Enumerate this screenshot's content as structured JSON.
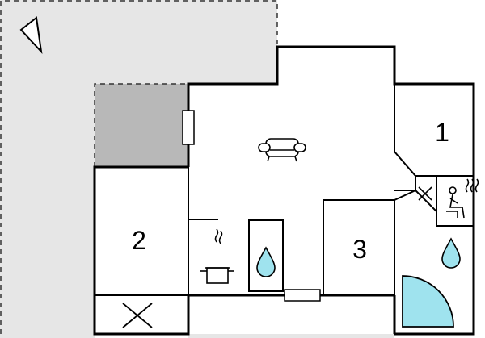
{
  "floorplan": {
    "rooms": [
      {
        "id": "bedroom-1",
        "label": "1"
      },
      {
        "id": "bedroom-2",
        "label": "2"
      },
      {
        "id": "bedroom-3",
        "label": "3"
      }
    ],
    "symbols": [
      "north-arrow-icon",
      "sofa-icon",
      "cooking-pot-icon",
      "water-drop-icon",
      "sauna-icon",
      "shower-icon",
      "window-icon",
      "storage-cross-icon"
    ],
    "colors": {
      "terrace": "#e6e6e6",
      "covered_terrace": "#b8b8b8",
      "water": "#9fe3ee",
      "wall": "#000000"
    }
  }
}
